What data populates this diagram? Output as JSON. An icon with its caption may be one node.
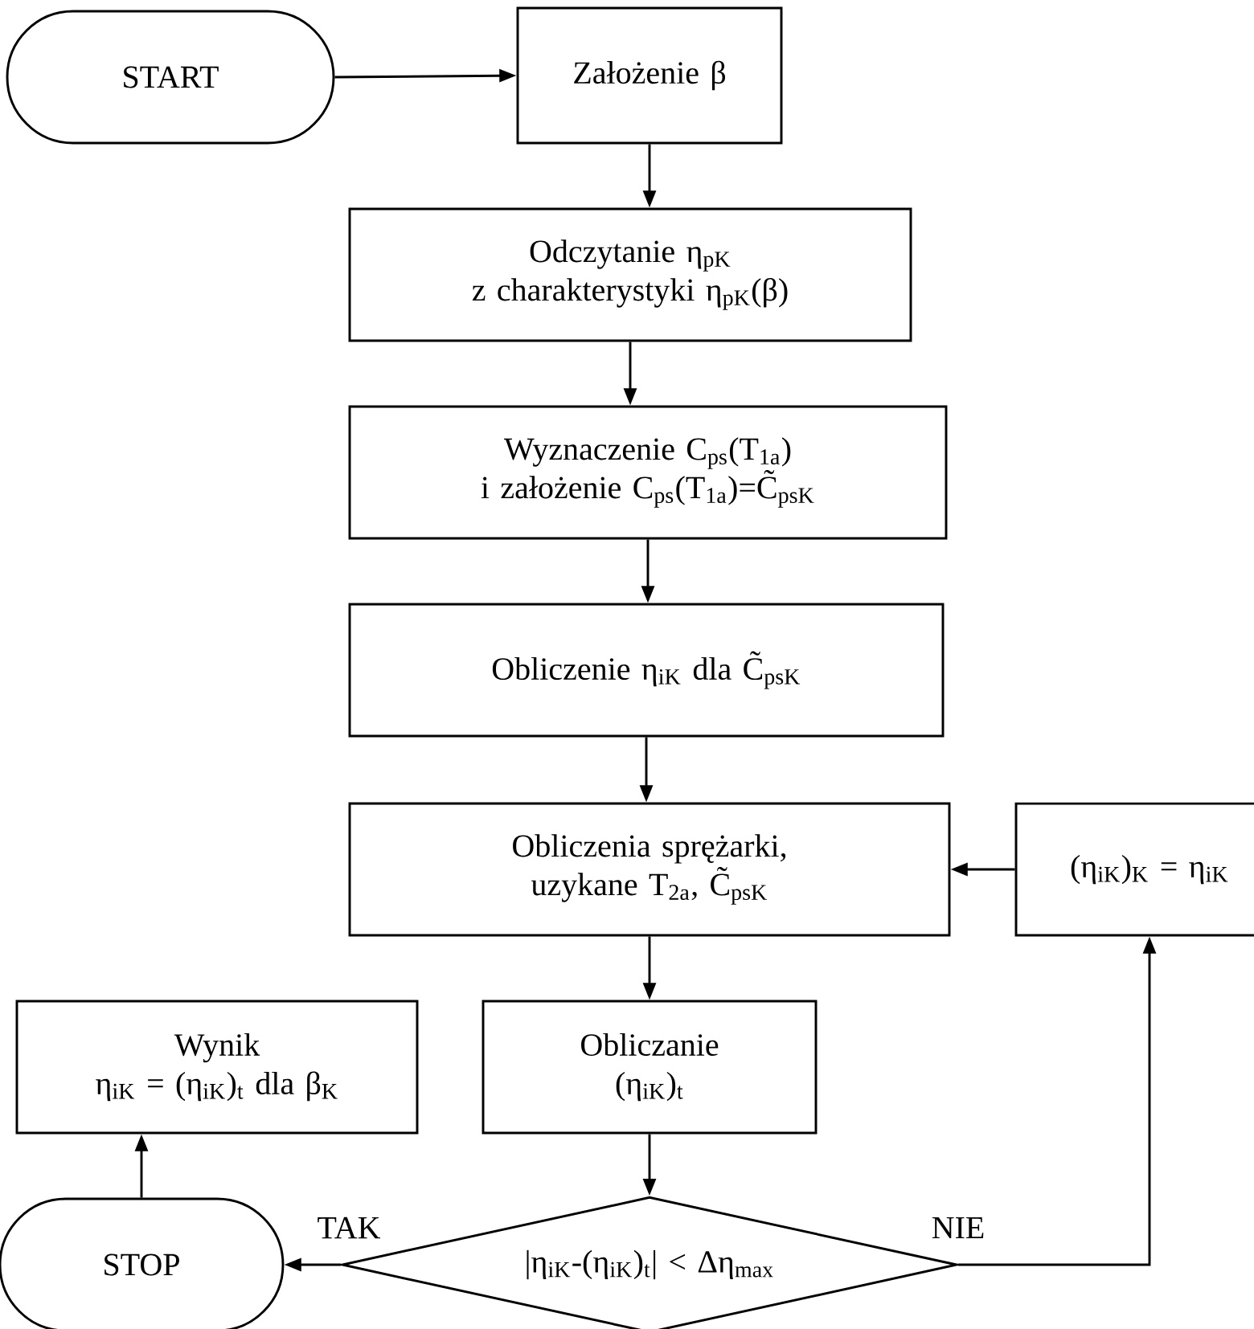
{
  "diagram": {
    "nodes": [
      {
        "text": [
          "START"
        ]
      },
      {
        "text": [
          "Założenie β"
        ]
      },
      {
        "text": [
          "Odczytanie η$_{pK}$",
          "z charakterystyki η$_{pK}$(β)"
        ]
      },
      {
        "text": [
          "Wyznaczenie C$_{ps}$(T$_{1a}$)",
          "i założenie C$_{ps}$(T$_{1a}$)=C̃$_{psK}$"
        ]
      },
      {
        "text": [
          "Obliczenie η$_{iK}$ dla C̃$_{psK}$"
        ]
      },
      {
        "text": [
          "Obliczenia sprężarki, uzykane T$_{2a}$, C̃$_{psK}$"
        ]
      },
      {
        "text": [
          "(η$_{iK}$)$_{K}$ = η$_{iK}$"
        ]
      },
      {
        "text": [
          "Wynik",
          "η$_{iK}$ = (η$_{iK}$)$_{t}$ dla β$_{K}$"
        ]
      },
      {
        "text": [
          "Obliczanie (η$_{iK}$)$_{t}$"
        ]
      },
      {
        "text": [
          "STOP"
        ]
      },
      {
        "text": [
          "|η$_{iK}$-(η$_{iK}$)$_{t}$| < Δη$_{max}$"
        ]
      }
    ],
    "edges": [
      {
        "from": 0,
        "to": 1,
        "arrow": "to"
      },
      {
        "from": 1,
        "to": 2,
        "arrow": "to"
      },
      {
        "from": 2,
        "to": 3,
        "arrow": "to"
      },
      {
        "from": 3,
        "to": 4,
        "arrow": "to"
      },
      {
        "from": 4,
        "to": 5,
        "arrow": "to"
      },
      {
        "from": 5,
        "to": 8,
        "arrow": "to"
      },
      {
        "from": 8,
        "to": 10,
        "arrow": "to"
      },
      {
        "from": 10,
        "to": 9,
        "arrow": "to",
        "label": "TAK"
      },
      {
        "from": 9,
        "to": 7,
        "arrow": "to"
      },
      {
        "from": 10,
        "to": 6,
        "arrow": "to",
        "label": "NIE"
      },
      {
        "from": 6,
        "to": 5,
        "arrow": "to"
      }
    ]
  }
}
